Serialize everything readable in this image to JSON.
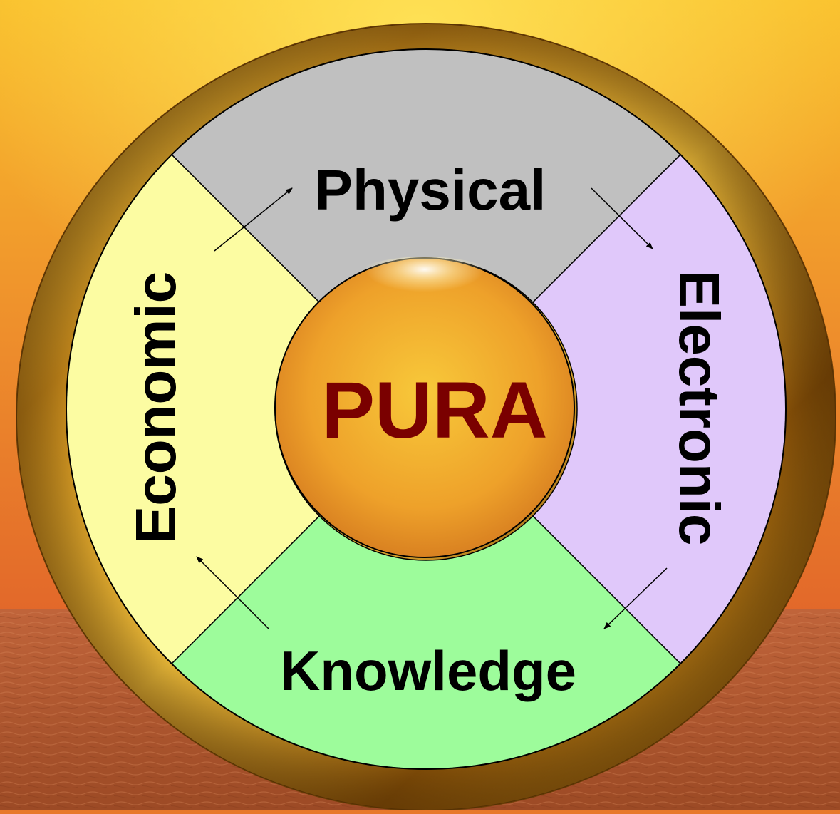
{
  "center": {
    "label": "PURA",
    "color": "#7a0000"
  },
  "segments": [
    {
      "key": "physical",
      "label": "Physical",
      "color": "#c0c0c0"
    },
    {
      "key": "electronic",
      "label": "Electronic",
      "color": "#e0c8fa"
    },
    {
      "key": "knowledge",
      "label": "Knowledge",
      "color": "#9dfc9b"
    },
    {
      "key": "economic",
      "label": "Economic",
      "color": "#fcfca2"
    }
  ],
  "cycle": [
    "physical",
    "electronic",
    "knowledge",
    "economic",
    "physical"
  ],
  "colors": {
    "sky_top": "#f8b32a",
    "sky_bottom": "#e36b28",
    "sea": "#b4562e",
    "ring_gold": "#e0a21c",
    "ring_dark": "#6a3e06",
    "label": "#000000"
  }
}
